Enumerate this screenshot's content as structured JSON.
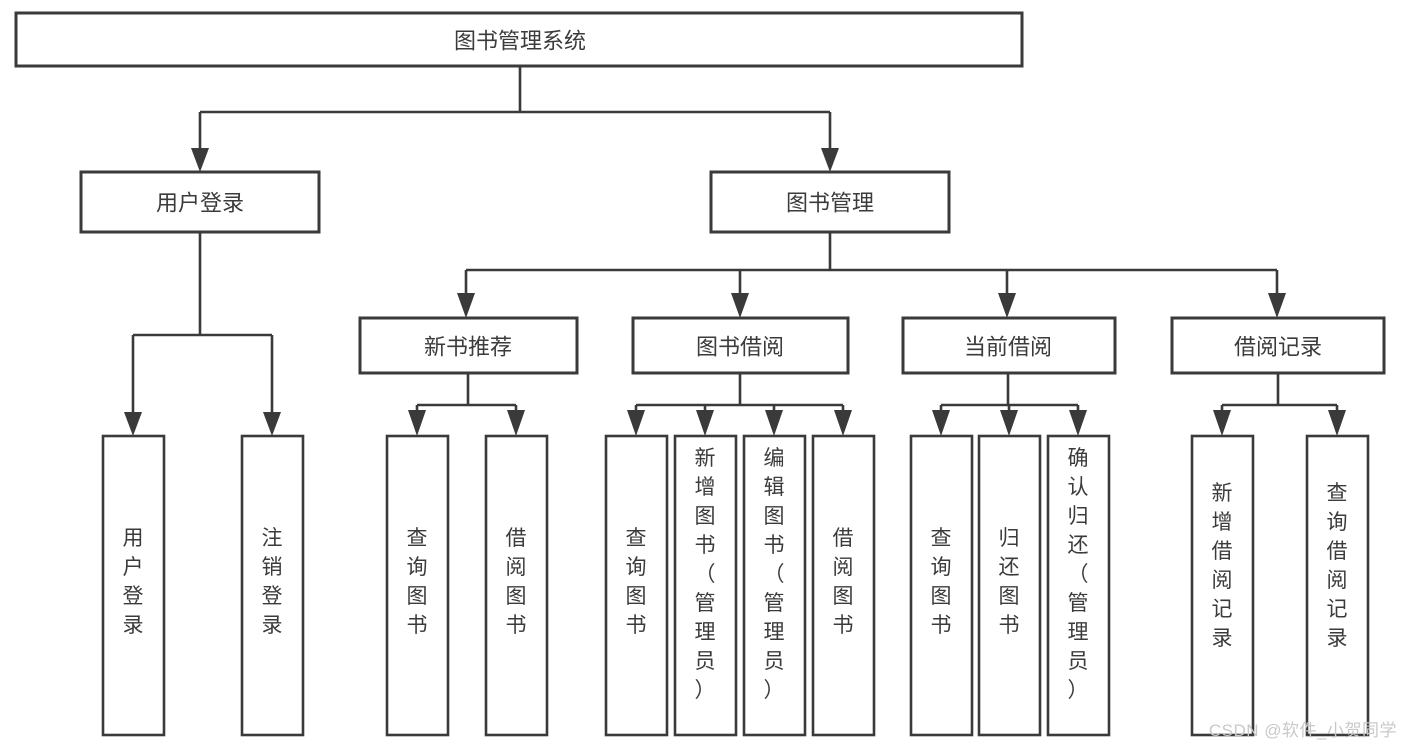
{
  "diagram": {
    "type": "tree",
    "title": "图书管理系统",
    "root": {
      "id": "root",
      "label": "图书管理系统",
      "orientation": "horizontal"
    },
    "level2": [
      {
        "id": "user-login",
        "label": "用户登录",
        "orientation": "horizontal"
      },
      {
        "id": "book-manage",
        "label": "图书管理",
        "orientation": "horizontal"
      }
    ],
    "level3": [
      {
        "id": "new-book-recommend",
        "label": "新书推荐",
        "orientation": "horizontal"
      },
      {
        "id": "book-borrow",
        "label": "图书借阅",
        "orientation": "horizontal"
      },
      {
        "id": "current-borrow",
        "label": "当前借阅",
        "orientation": "horizontal"
      },
      {
        "id": "borrow-record",
        "label": "借阅记录",
        "orientation": "horizontal"
      }
    ],
    "leaves": {
      "user-login": [
        {
          "id": "leaf-user-login",
          "label": "用户登录",
          "orientation": "vertical"
        },
        {
          "id": "leaf-logout-login",
          "label": "注销登录",
          "orientation": "vertical"
        }
      ],
      "new-book-recommend": [
        {
          "id": "leaf-query-book-1",
          "label": "查询图书",
          "orientation": "vertical"
        },
        {
          "id": "leaf-borrow-book-1",
          "label": "借阅图书",
          "orientation": "vertical"
        }
      ],
      "book-borrow": [
        {
          "id": "leaf-query-book-2",
          "label": "查询图书",
          "orientation": "vertical"
        },
        {
          "id": "leaf-add-book-admin",
          "label": "新增图书（管理员）",
          "orientation": "vertical"
        },
        {
          "id": "leaf-edit-book-admin",
          "label": "编辑图书（管理员）",
          "orientation": "vertical"
        },
        {
          "id": "leaf-borrow-book-2",
          "label": "借阅图书",
          "orientation": "vertical"
        }
      ],
      "current-borrow": [
        {
          "id": "leaf-query-book-3",
          "label": "查询图书",
          "orientation": "vertical"
        },
        {
          "id": "leaf-return-book",
          "label": "归还图书",
          "orientation": "vertical"
        },
        {
          "id": "leaf-confirm-return-admin",
          "label": "确认归还（管理员）",
          "orientation": "vertical"
        }
      ],
      "borrow-record": [
        {
          "id": "leaf-add-borrow-record",
          "label": "新增借阅记录",
          "orientation": "vertical"
        },
        {
          "id": "leaf-query-borrow-record",
          "label": "查询借阅记录",
          "orientation": "vertical"
        }
      ]
    },
    "colors": {
      "stroke": "#3a3a3a",
      "fill": "#ffffff",
      "text": "#3b3b3b",
      "watermark": "#c9c9c9"
    }
  },
  "watermark": {
    "text": "CSDN @软件_小贺同学"
  }
}
